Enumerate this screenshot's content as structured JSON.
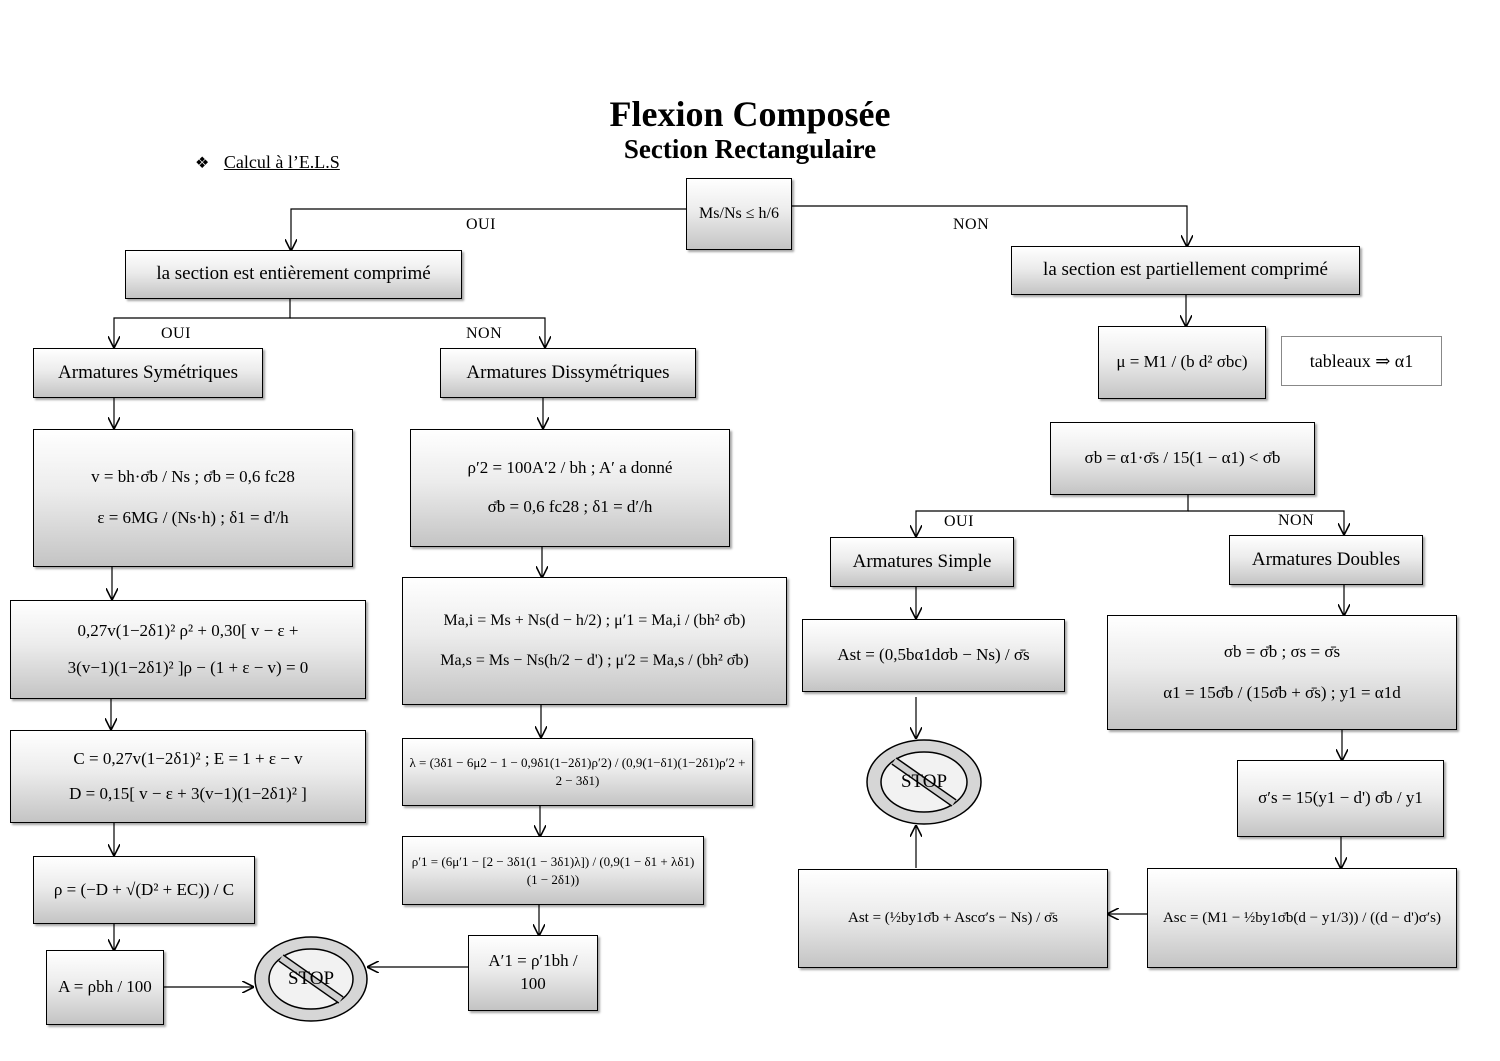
{
  "title": "Flexion Composée",
  "subtitle": "Section Rectangulaire",
  "calc_label": "Calcul à l’E.L.S",
  "bullet_icon": "❖",
  "labels": {
    "yes": "OUI",
    "no": "NON"
  },
  "boxes": {
    "condition": "Ms/Ns ≤ h/6",
    "entirely_compressed": "la section est entièrement comprimé",
    "partially_compressed": "la section est partiellement comprimé",
    "sym": "Armatures Symétriques",
    "dissym": "Armatures Dissymétriques",
    "mu": "μ = M1 / (b d² σbc)",
    "tableaux": "tableaux ⇒ α1",
    "sigma_b_check": "σb = α1·σ̄s / 15(1 − α1) < σ̄b",
    "simple": "Armatures Simple",
    "doubles": "Armatures Doubles",
    "sym_f1_l1": "v = bh·σ̄b / Ns   ;   σ̄b = 0,6 fc28",
    "sym_f1_l2": "ε = 6MG / (Ns·h)   ;   δ1 = d'/h",
    "sym_f2_l1": "0,27v(1−2δ1)² ρ² + 0,30[ v − ε +",
    "sym_f2_l2": "3(v−1)(1−2δ1)² ]ρ − (1 + ε − v) = 0",
    "sym_f3_l1": "C = 0,27v(1−2δ1)²   ;   E = 1 + ε − v",
    "sym_f3_l2": "D = 0,15[ v − ε + 3(v−1)(1−2δ1)² ]",
    "sym_f4": "ρ = (−D + √(D² + EC)) / C",
    "sym_f5": "A = ρbh / 100",
    "dis_f1_l1": "ρ′2 = 100A′2 / bh   ;   A′ a donné",
    "dis_f1_l2": "σ̄b = 0,6 fc28   ;   δ1 = d′/h",
    "dis_f2_l1": "Ma,i = Ms + Ns(d − h/2)  ;  μ′1 = Ma,i / (bh² σ̄b)",
    "dis_f2_l2": "Ma,s = Ms − Ns(h/2 − d')  ;  μ′2 = Ma,s / (bh² σ̄b)",
    "dis_f3": "λ = (3δ1 − 6μ2 − 1 − 0,9δ1(1−2δ1)ρ′2) / (0,9(1−δ1)(1−2δ1)ρ′2 + 2 − 3δ1)",
    "dis_f4": "ρ′1 = (6μ′1 − [2 − 3δ1(1 − 3δ1)λ]) / (0,9(1 − δ1 + λδ1)(1 − 2δ1))",
    "dis_f5": "A′1 = ρ′1bh / 100",
    "simple_f1": "Ast = (0,5bα1dσb − Ns) / σ̄s",
    "doubles_f1_l1": "σb = σ̄b   ;   σs = σ̄s",
    "doubles_f1_l2": "α1 = 15σ̄b / (15σ̄b + σ̄s)   ;   y1 = α1d",
    "doubles_f2": "σ′s = 15(y1 − d') σ̄b / y1",
    "doubles_f3": "Asc = (M1 − ½by1σ̄b(d − y1/3)) / ((d − d')σ′s)",
    "doubles_f4": "Ast = (½by1σ̄b + Ascσ′s − Ns) / σ̄s",
    "stop": "STOP"
  }
}
